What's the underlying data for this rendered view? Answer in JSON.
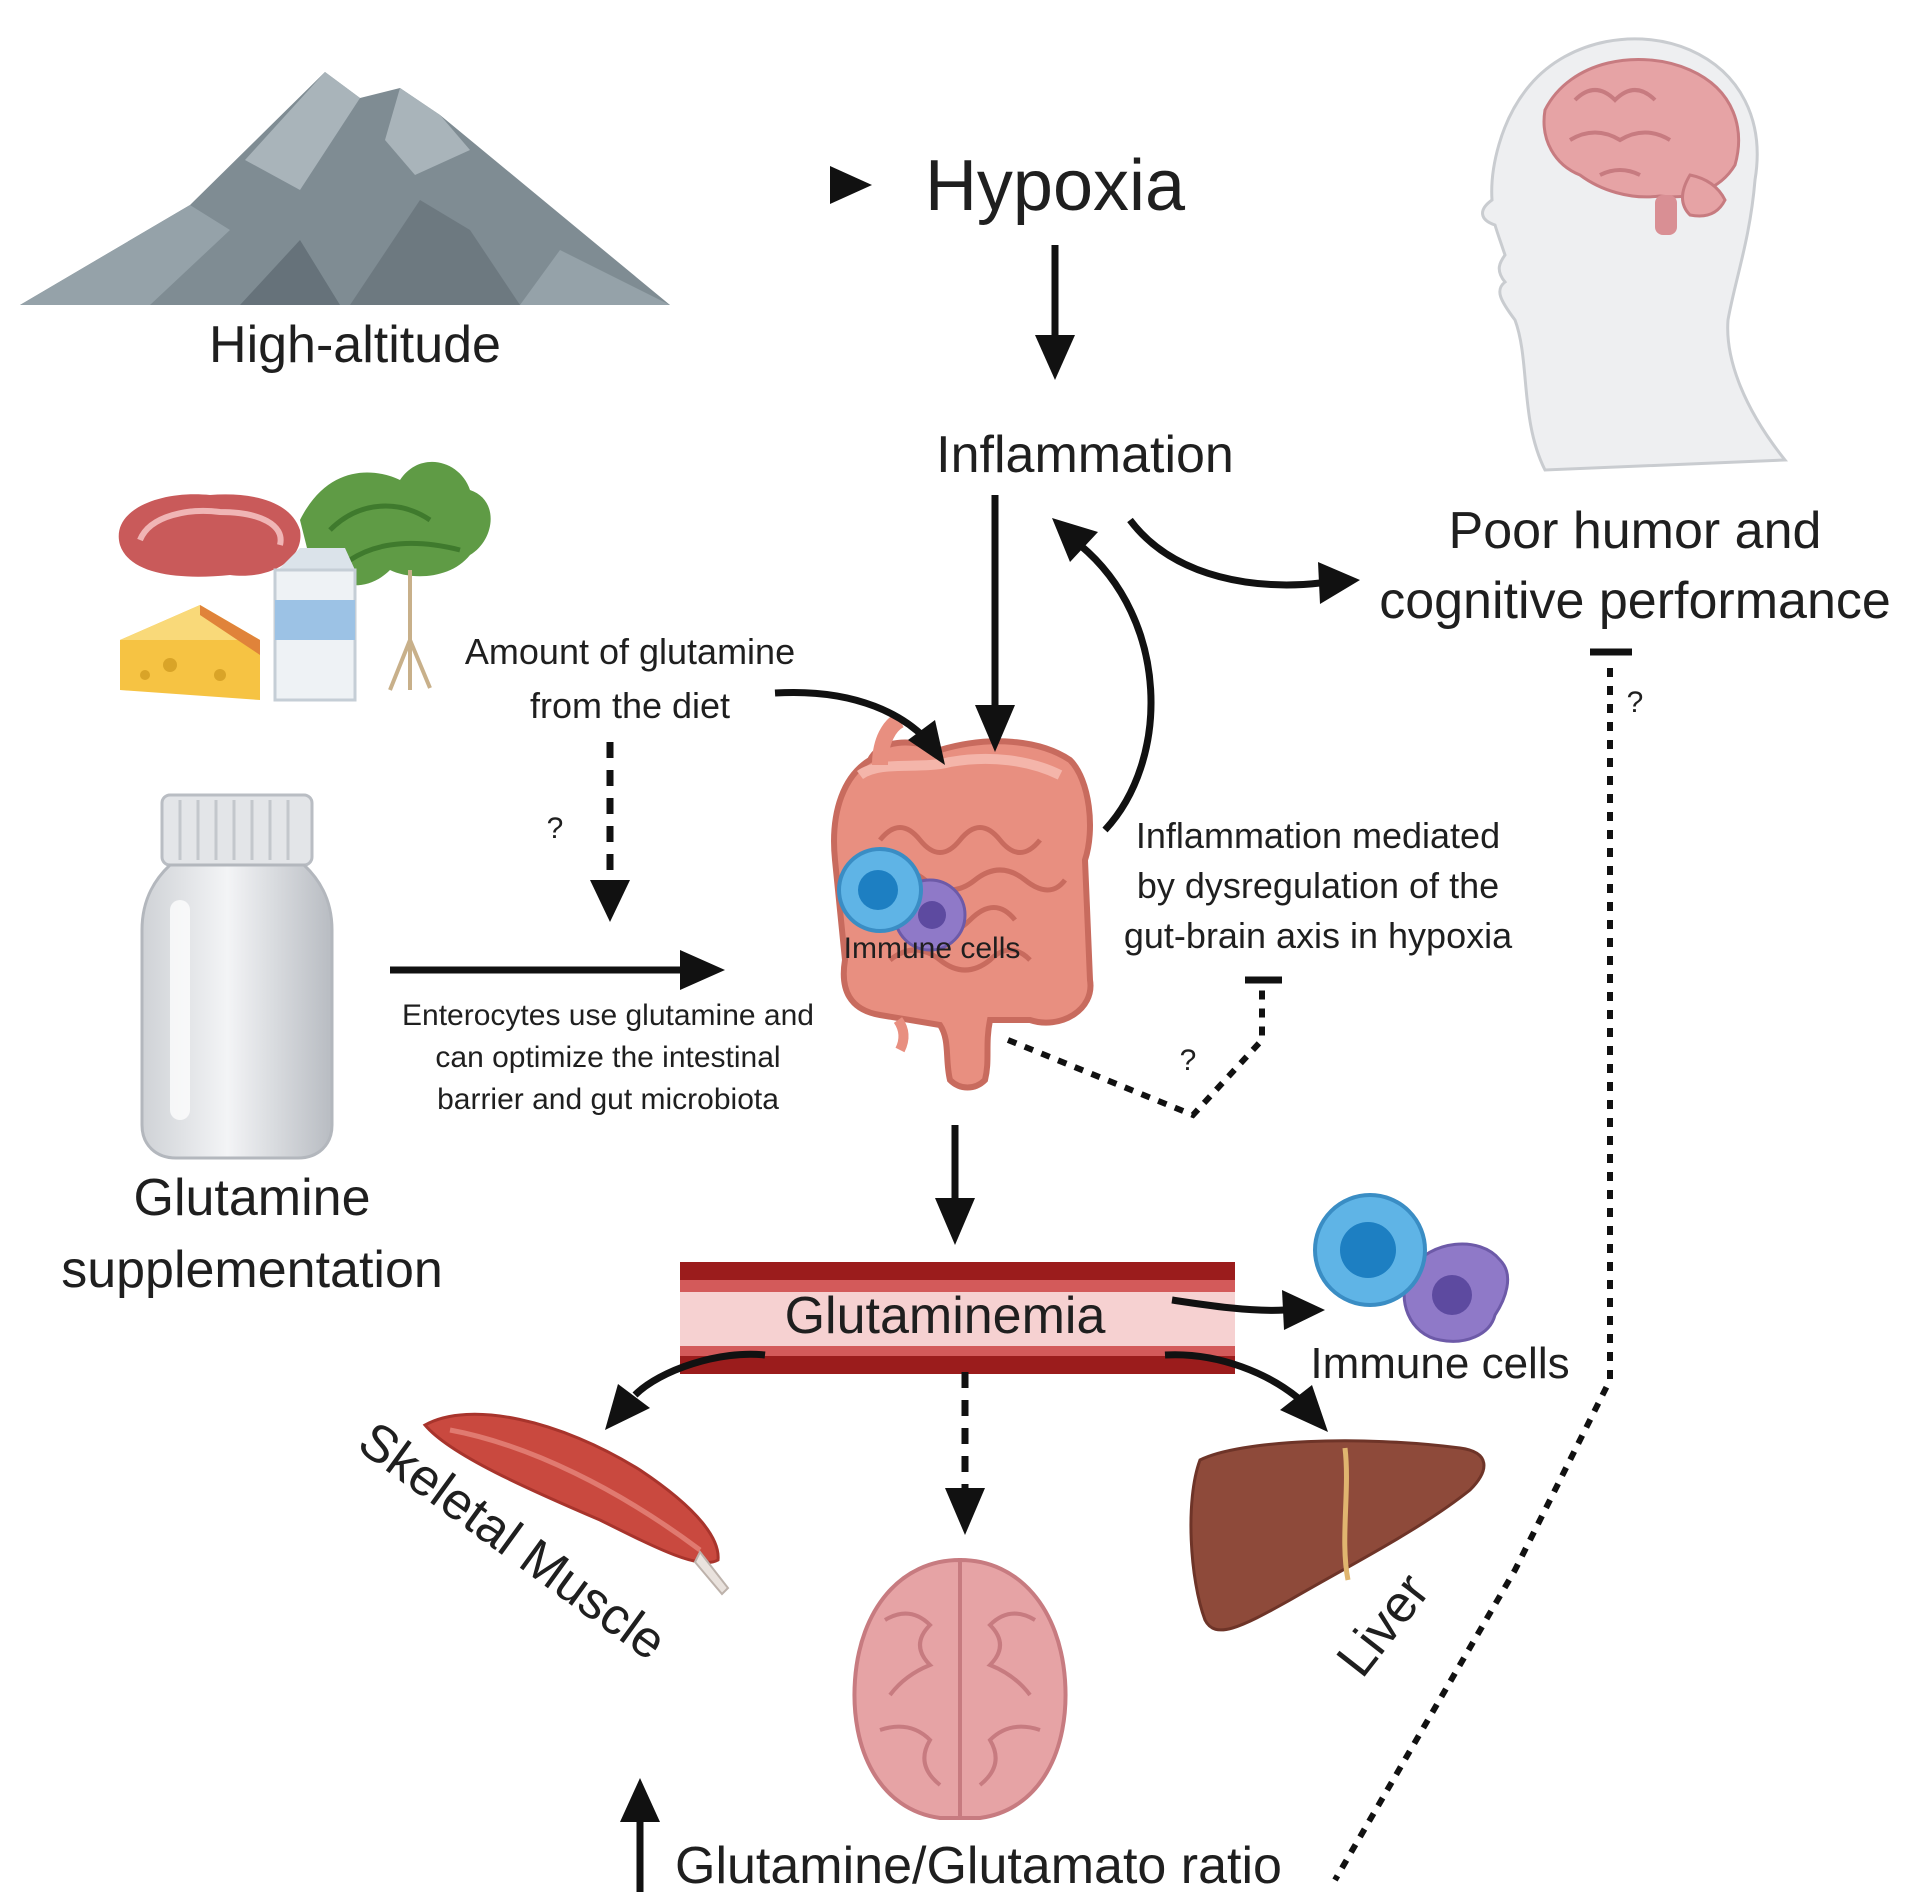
{
  "labels": {
    "high_altitude": "High-altitude",
    "hypoxia": "Hypoxia",
    "inflammation": "Inflammation",
    "poor_humor_line1": "Poor humor and",
    "poor_humor_line2": "cognitive performance",
    "glutamine_diet_line1": "Amount of glutamine",
    "glutamine_diet_line2": "from the diet",
    "gut_brain_line1": "Inflammation mediated",
    "gut_brain_line2": "by dysregulation of the",
    "gut_brain_line3": "gut-brain axis in hypoxia",
    "immune_cells_gut": "Immune cells",
    "enterocytes_line1": "Enterocytes use glutamine and",
    "enterocytes_line2": "can optimize the intestinal",
    "enterocytes_line3": "barrier and gut microbiota",
    "supplement_line1": "Glutamine",
    "supplement_line2": "supplementation",
    "glutaminemia": "Glutaminemia",
    "immune_cells_blood": "Immune cells",
    "skeletal_muscle": "Skeletal Muscle",
    "liver": "Liver",
    "ratio": "Glutamine/Glutamato ratio",
    "question_mark": "?"
  },
  "icons": [
    "mountain-icon",
    "human-head-brain-icon",
    "food-group-icon",
    "supplement-bottle-icon",
    "intestine-icon",
    "immune-cell-icon",
    "blood-vessel-icon",
    "skeletal-muscle-icon",
    "brain-icon",
    "liver-icon"
  ],
  "colors": {
    "text": "#1f1f1f",
    "arrow": "#111111",
    "vessel_dark": "#9b1c1c",
    "vessel_light": "#f6d1d1",
    "intestine": "#e88f80",
    "immune_blue": "#2b8fd0",
    "immune_purple": "#8f79c8",
    "muscle": "#c9493f",
    "liver": "#8e4a3a",
    "brain": "#e6a3a5",
    "mountain": "#7f8c93"
  }
}
